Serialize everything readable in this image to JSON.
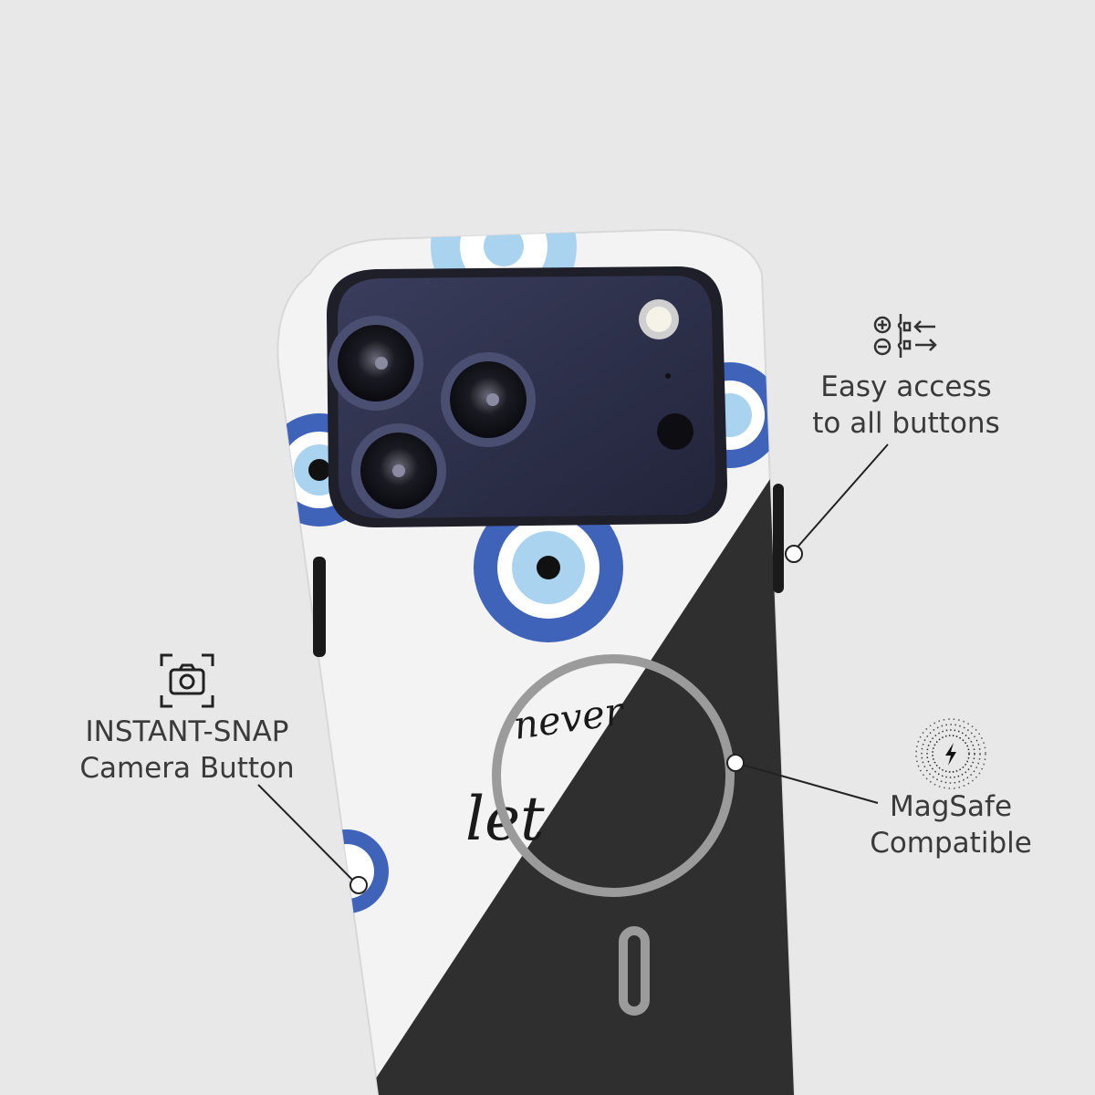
{
  "features": {
    "buttons": {
      "line1": "Easy access",
      "line2": "to all buttons",
      "icon": "button-access-icon"
    },
    "camera": {
      "line1": "INSTANT-SNAP",
      "line2": "Camera Button",
      "icon": "camera-icon"
    },
    "magsafe": {
      "line1": "MagSafe",
      "line2": "Compatible",
      "icon": "wireless-charging-icon"
    }
  },
  "case_text": {
    "word1": "never",
    "word2": "let"
  },
  "colors": {
    "background": "#e8e8e8",
    "case_white": "#f3f3f3",
    "case_black": "#2f2f2f",
    "camera_module": "#2b2d45",
    "eye_dark_blue": "#3f63b8",
    "eye_light_blue": "#a9d3ef"
  }
}
